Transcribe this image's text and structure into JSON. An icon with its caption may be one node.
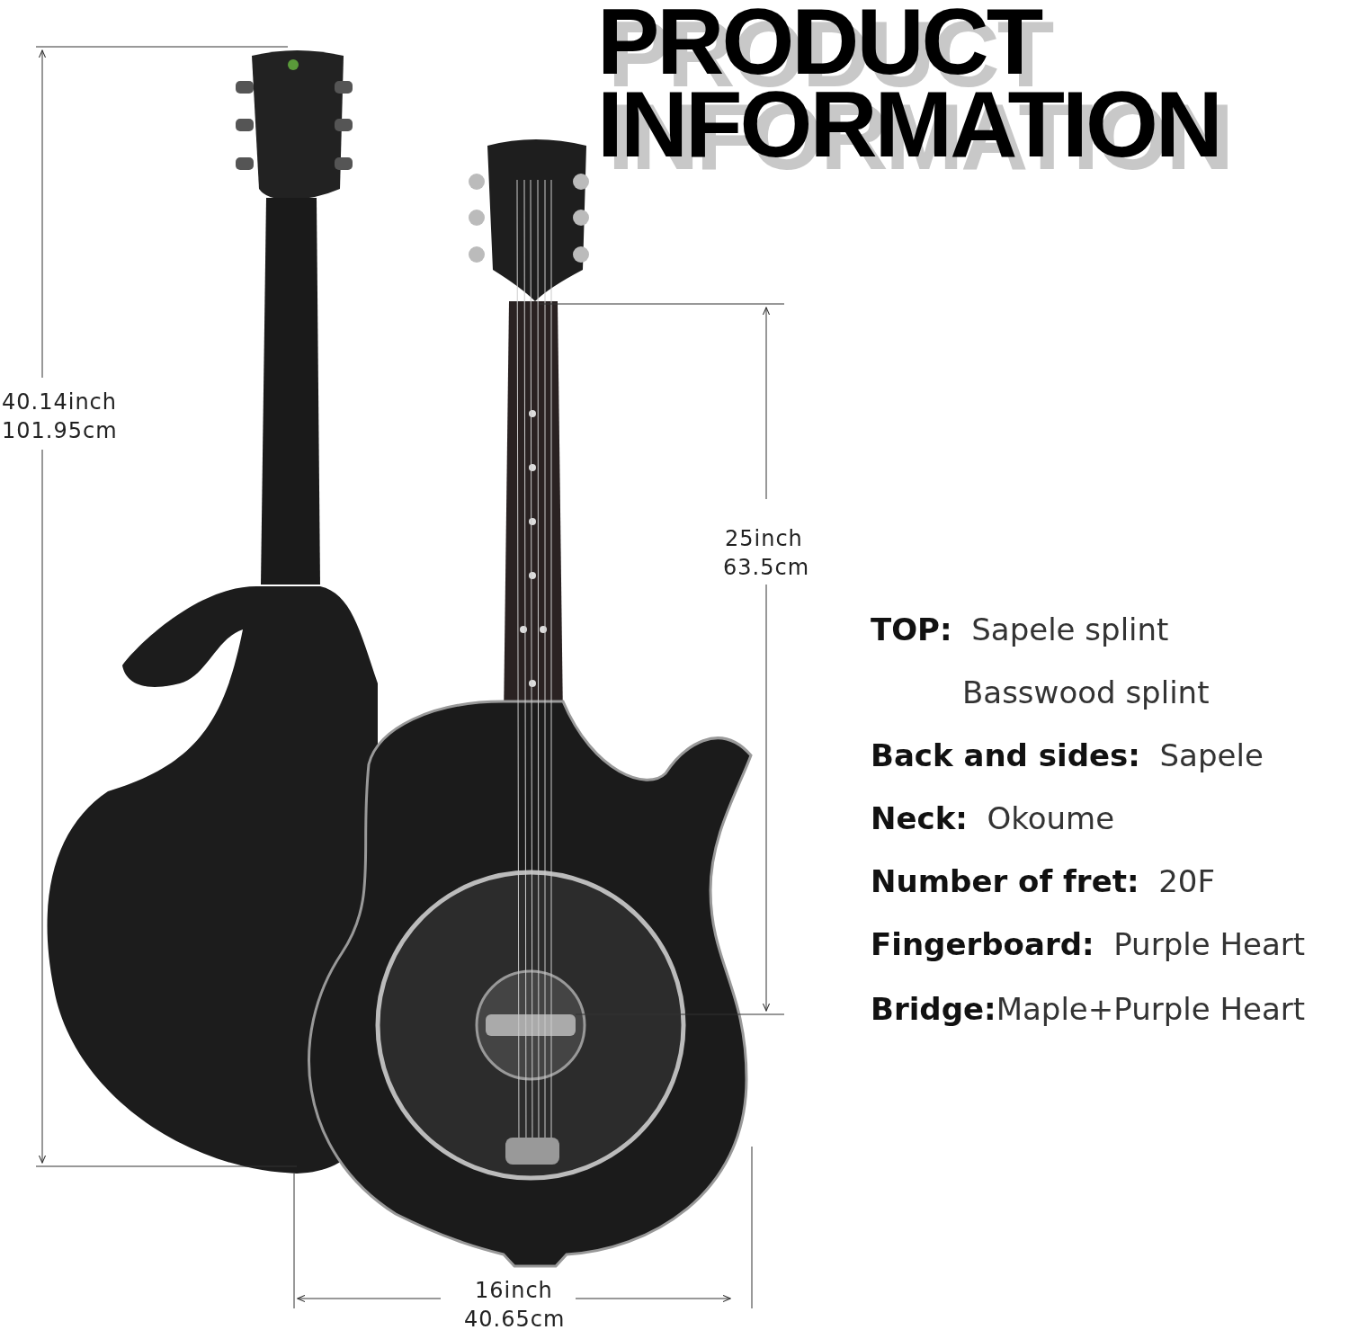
{
  "diagram": {
    "title": "PRODUCT INFORMATION",
    "labels": [
      "40.14inch",
      "101.95cm",
      "25inch",
      "63.5cm",
      "16inch",
      "40.65cm",
      "**TOP:**  Sapele splint",
      "Basswood splint",
      "**Back and sides:**  Sapele",
      "**Neck:**  Okoume",
      "**Number of fret:**  20F",
      "**Fingerboard:**  Purple Heart",
      "**Bridge:**Maple+Purple Heart"
    ]
  }
}
